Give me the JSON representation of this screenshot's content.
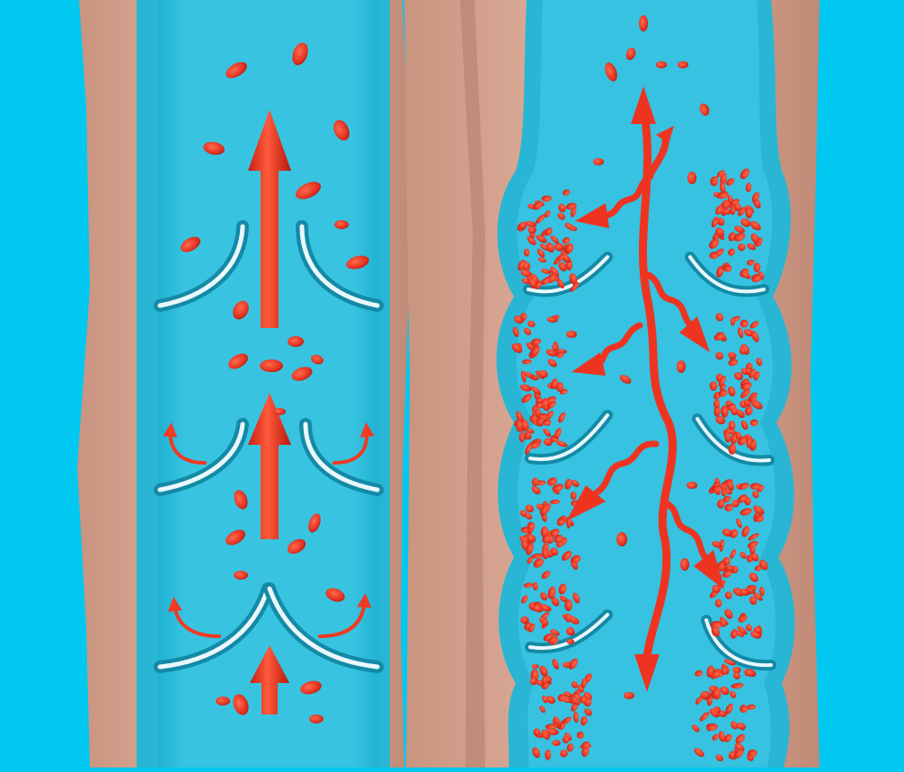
{
  "illustration": {
    "panels": [
      {
        "key": "healthy",
        "valve_state": "closed-working",
        "flow": "upward"
      },
      {
        "key": "varicose",
        "valve_state": "incompetent",
        "flow": "reflux"
      }
    ],
    "colors": {
      "background": "#00c8f0",
      "vein_wall": "#2ab9d6",
      "vein_lumen": "#3bc6e2",
      "skin": "#d9a996",
      "blood_cell": "#e8382a",
      "arrow": "#f03a22",
      "valve": "#e9f7fb"
    },
    "icons": [
      "upward-flow-arrow-icon",
      "backflow-arrow-icon",
      "red-blood-cell-icon",
      "vein-valve-icon"
    ]
  }
}
